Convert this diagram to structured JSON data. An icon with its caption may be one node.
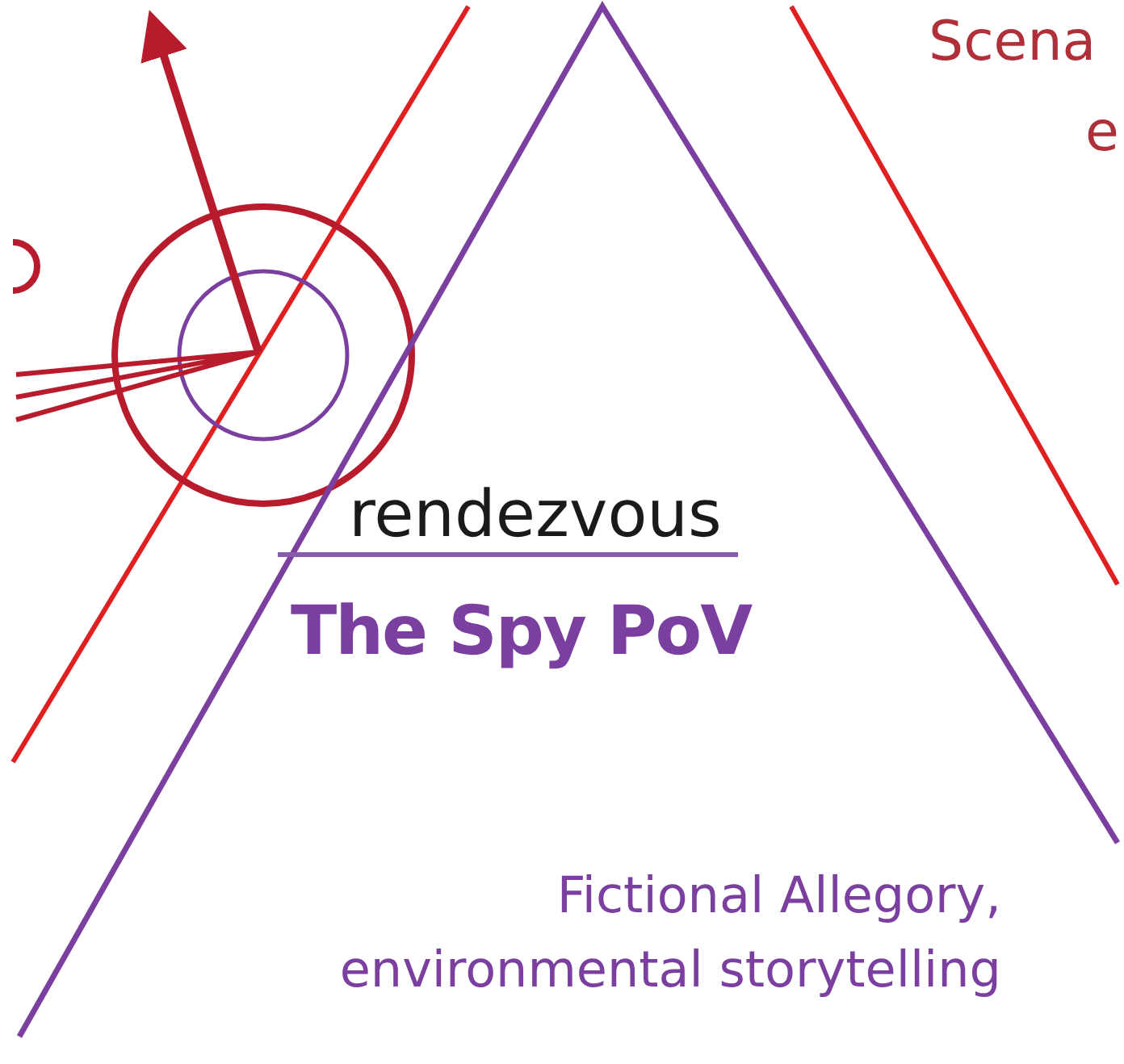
{
  "diagram": {
    "nodes": [
      {
        "text": [
          "rendezvous",
          "The Spy PoV",
          "Fictional Allegory, environmental storytelling"
        ]
      }
    ],
    "labels": [
      "Scena",
      "e"
    ]
  }
}
